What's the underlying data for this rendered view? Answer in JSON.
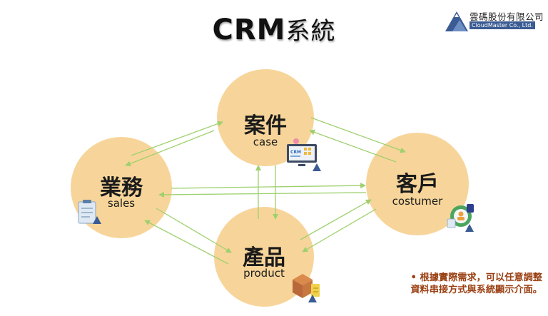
{
  "title": {
    "main": "CRM",
    "suffix": "系統"
  },
  "logo": {
    "name": "雲碼股份有限公司",
    "subtitle": "CloudMaster Co., Ltd."
  },
  "nodes": {
    "case": {
      "zh": "案件",
      "en": "case"
    },
    "sales": {
      "zh": "業務",
      "en": "sales"
    },
    "customer": {
      "zh": "客戶",
      "en": "costumer"
    },
    "product": {
      "zh": "產品",
      "en": "product"
    }
  },
  "note": {
    "line1": "• 根據實際需求，可以任意調整",
    "line2": "資料串接方式與系統顯示介面。"
  },
  "colors": {
    "circle": "#f7d59a",
    "arrow": "#9fd06e",
    "note": "#9a3f12",
    "logo_blue": "#3a5b93"
  },
  "icons": {
    "case": "crm-dashboard-icon",
    "sales": "document-checklist-icon",
    "customer": "customer-management-icon",
    "product": "product-box-icon",
    "logo": "cloud-mountain-logo-icon"
  }
}
